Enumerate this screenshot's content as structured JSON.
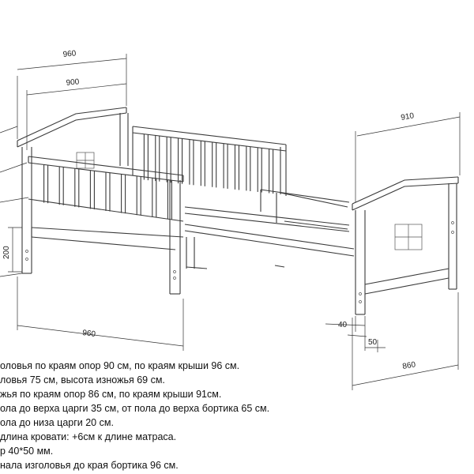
{
  "dimensions": {
    "top_outer": "960",
    "top_inner": "900",
    "right_top": "910",
    "height_left": "200",
    "bottom_left": "960",
    "post_40": "40",
    "post_50": "50",
    "bottom_right": "860"
  },
  "notes": [
    "оловья по краям опор 90 см, по краям крыши 96 см.",
    "ловья 75 см, высота изножья 69 см.",
    "жья по краям опор 86 см, по краям крыши 91см.",
    "ола до верха царги 35 см, от пола до верха бортика 65 см.",
    "ола до низа царги 20 см.",
    "длина кровати: +6см к длине матраса.",
    "р 40*50 мм.",
    "нала изголовья до края бортика 96 см."
  ]
}
